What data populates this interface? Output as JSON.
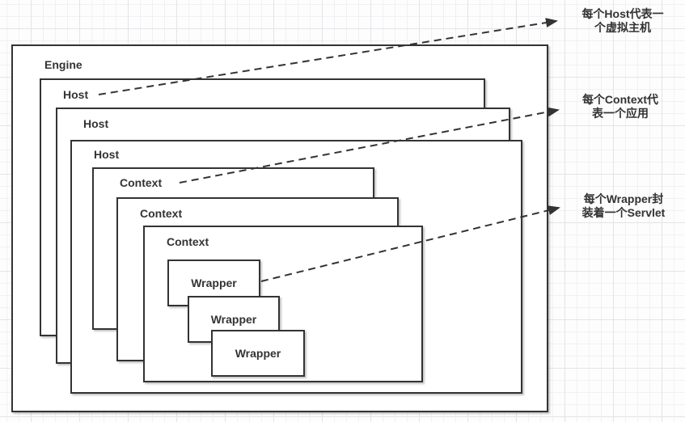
{
  "diagram": {
    "engine": {
      "label": "Engine"
    },
    "hosts": [
      {
        "label": "Host"
      },
      {
        "label": "Host"
      },
      {
        "label": "Host"
      }
    ],
    "contexts": [
      {
        "label": "Context"
      },
      {
        "label": "Context"
      },
      {
        "label": "Context"
      }
    ],
    "wrappers": [
      {
        "label": "Wrapper"
      },
      {
        "label": "Wrapper"
      },
      {
        "label": "Wrapper"
      }
    ],
    "notes": [
      {
        "line1": "每个Host代表一",
        "line2": "个虚拟主机"
      },
      {
        "line1": "每个Context代",
        "line2": "表一个应用"
      },
      {
        "line1": "每个Wrapper封",
        "line2": "装着一个Servlet"
      }
    ],
    "colors": {
      "stroke": "#333333",
      "box_fill": "#ffffff",
      "grid_minor": "#f1f1f4",
      "grid_major": "#e4e4e8",
      "canvas_bg": "#fdfdfd"
    }
  }
}
